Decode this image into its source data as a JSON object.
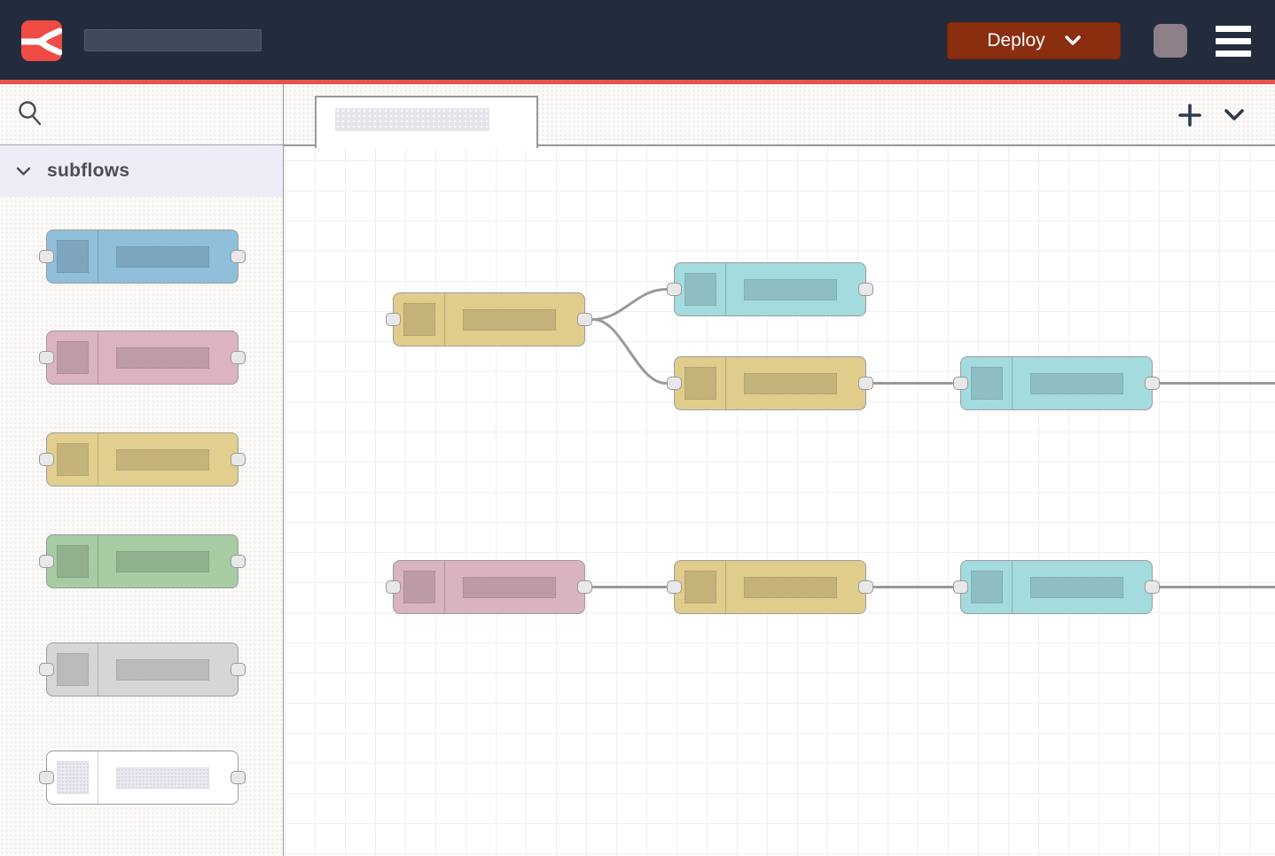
{
  "header": {
    "deploy_label": "Deploy",
    "colors": {
      "background": "#222C3C",
      "accent_line": "#E8524E",
      "logo_bg": "#EF4B45",
      "deploy_bg": "#8B2D0F",
      "avatar_bg": "#8C7F87"
    },
    "icons": [
      "node-red-logo",
      "deploy-chevron-down",
      "avatar",
      "hamburger-menu"
    ]
  },
  "sidebar": {
    "search": {
      "icon": "search-icon"
    },
    "section": {
      "label": "subflows",
      "icon": "chevron-down-icon",
      "background": "#ECEDF6"
    },
    "palette_nodes": [
      {
        "id": "subflow-blue",
        "color": "#8FBFDB"
      },
      {
        "id": "subflow-pink",
        "color": "#DBB4C0"
      },
      {
        "id": "subflow-yellow",
        "color": "#E2CF8E"
      },
      {
        "id": "subflow-green",
        "color": "#A7CBA3"
      },
      {
        "id": "subflow-gray",
        "color": "#D6D6D6"
      },
      {
        "id": "subflow-white",
        "color": "#FFFFFF"
      }
    ]
  },
  "canvas": {
    "tab": {
      "label_placeholder": "",
      "actions": [
        "add-flow",
        "collapse-tabs"
      ]
    },
    "grid_color": "#EEEFF7",
    "wire_color": "#999999",
    "nodes": [
      {
        "id": "yellow-1",
        "row": 1,
        "color": "#E0CD8C"
      },
      {
        "id": "cyan-1",
        "row": 1,
        "color": "#A4DBDE"
      },
      {
        "id": "yellow-2",
        "row": 1,
        "color": "#E0CD8C"
      },
      {
        "id": "cyan-2",
        "row": 1,
        "color": "#A4DBDE"
      },
      {
        "id": "pink-1",
        "row": 2,
        "color": "#D9B3BF"
      },
      {
        "id": "yellow-3",
        "row": 2,
        "color": "#E0CD8C"
      },
      {
        "id": "cyan-3",
        "row": 2,
        "color": "#A4DBDE"
      }
    ],
    "wires": [
      {
        "from": "yellow-1",
        "to": "cyan-1"
      },
      {
        "from": "yellow-1",
        "to": "yellow-2"
      },
      {
        "from": "yellow-2",
        "to": "cyan-2"
      },
      {
        "from": "cyan-2",
        "to": "offscreen-right"
      },
      {
        "from": "pink-1",
        "to": "yellow-3"
      },
      {
        "from": "yellow-3",
        "to": "cyan-3"
      },
      {
        "from": "cyan-3",
        "to": "offscreen-right"
      }
    ]
  }
}
